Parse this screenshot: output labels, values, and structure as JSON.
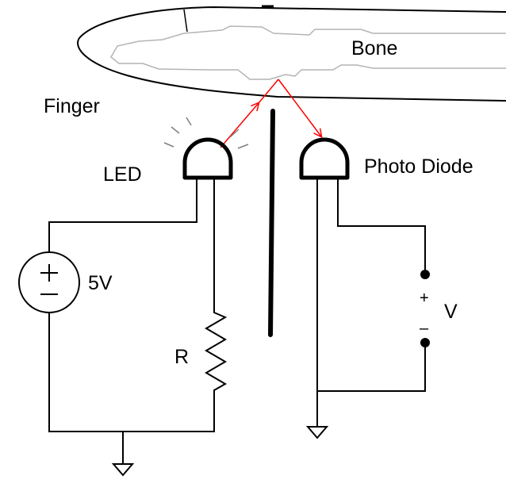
{
  "labels": {
    "bone": "Bone",
    "finger": "Finger",
    "led": "LED",
    "photo_diode": "Photo Diode",
    "source_voltage": "5V",
    "resistor": "R",
    "output_voltage": "V",
    "plus_sign": "+",
    "minus_sign": "–"
  },
  "colors": {
    "wire": "#000000",
    "light_ray": "#ff0000",
    "bone_outline": "#b4b4b4",
    "led_glow": "#808080"
  }
}
